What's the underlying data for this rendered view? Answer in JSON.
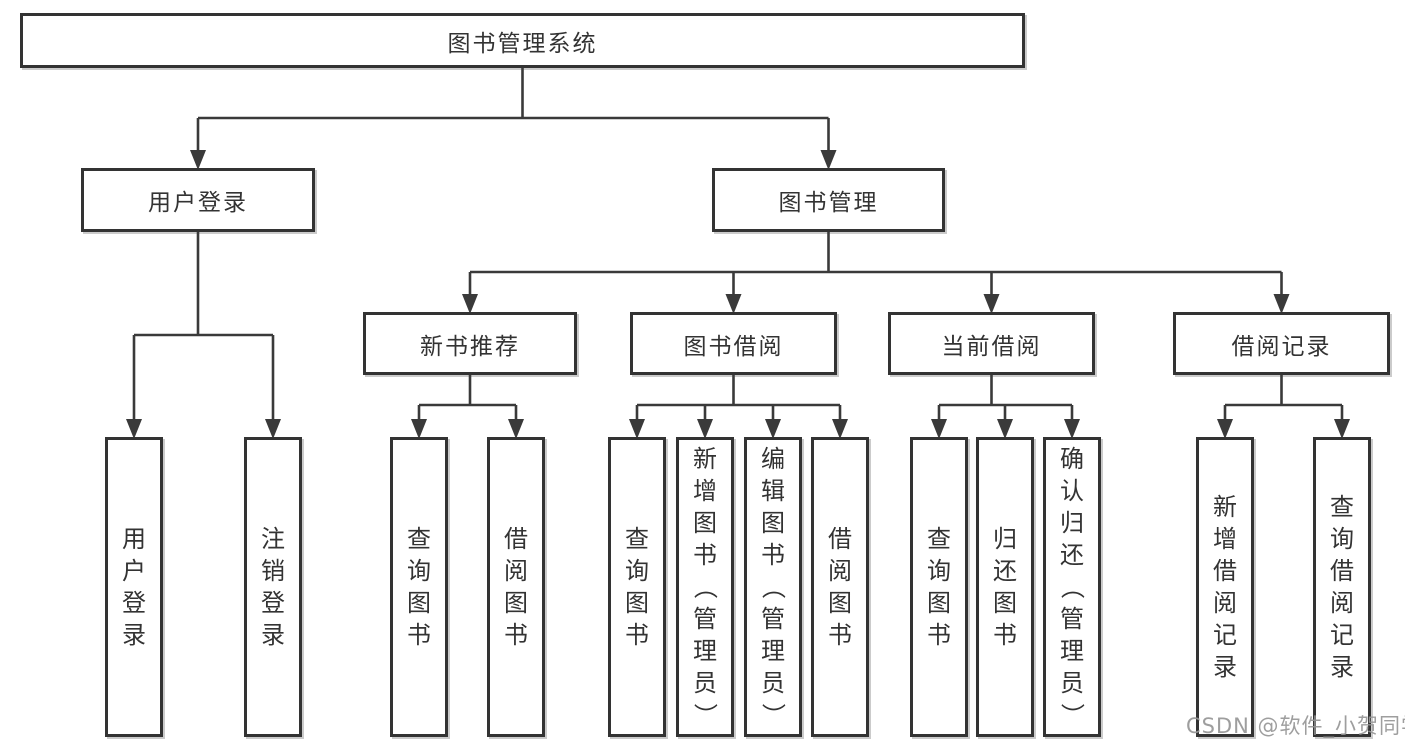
{
  "watermark": "CSDN @软件_小贺同学",
  "tree": {
    "label": "图书管理系统",
    "children": [
      {
        "label": "用户登录",
        "children": [
          {
            "label": "用户登录"
          },
          {
            "label": "注销登录"
          }
        ]
      },
      {
        "label": "图书管理",
        "children": [
          {
            "label": "新书推荐",
            "children": [
              {
                "label": "查询图书"
              },
              {
                "label": "借阅图书"
              }
            ]
          },
          {
            "label": "图书借阅",
            "children": [
              {
                "label": "查询图书"
              },
              {
                "label": "新增图书（管理员）"
              },
              {
                "label": "编辑图书（管理员）"
              },
              {
                "label": "借阅图书"
              }
            ]
          },
          {
            "label": "当前借阅",
            "children": [
              {
                "label": "查询图书"
              },
              {
                "label": "归还图书"
              },
              {
                "label": "确认归还（管理员）"
              }
            ]
          },
          {
            "label": "借阅记录",
            "children": [
              {
                "label": "新增借阅记录"
              },
              {
                "label": "查询借阅记录"
              }
            ]
          }
        ]
      }
    ]
  },
  "colors": {
    "line": "#3a3a3a",
    "border": "#333333",
    "text": "#333333",
    "watermark": "#969696"
  }
}
